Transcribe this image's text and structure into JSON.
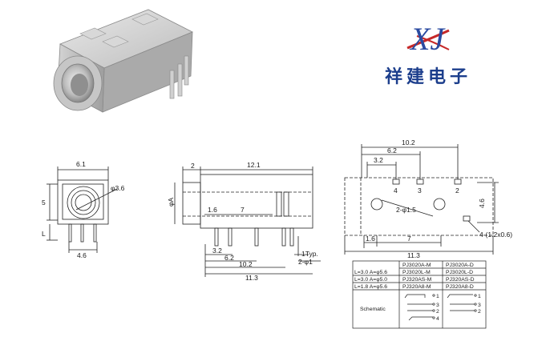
{
  "brand": {
    "logo_letters": "XJ",
    "company_name": "祥建电子",
    "accent_color": "#c62828",
    "text_color": "#1c3e8c"
  },
  "front_view": {
    "width": "6.1",
    "bore_dia": "φ3.6",
    "height": "5",
    "leg": "L",
    "pin_span": "4.6"
  },
  "side_view": {
    "flange": "2",
    "length": "12.1",
    "bore_label": "φA",
    "d1": "1.6",
    "d2": "7",
    "d3": "3.2",
    "d4": "6.2",
    "d5": "10.2",
    "d6": "11.3",
    "typ": "1Typ.",
    "pin_dia": "2-φ1"
  },
  "top_view": {
    "overall": "10.2",
    "span_62": "6.2",
    "span_32": "3.2",
    "height": "4.6",
    "pin_labels": [
      "4",
      "3",
      "2"
    ],
    "holes": "2-φ1.5",
    "bottom_a": "1.6",
    "bottom_b": "7",
    "bottom_total": "11.3",
    "slots": "4-(1.2x0.6)"
  },
  "spec_table": {
    "rows": [
      {
        "spec": "L=3.0  A=φ5.6",
        "m": "PJ3020A-M",
        "d": "PJ3020A-D"
      },
      {
        "spec": "",
        "m": "PJ3020L-M",
        "d": "PJ3020L-D"
      },
      {
        "spec": "L=3.0  A=φ5.0",
        "m": "PJ320AS-M",
        "d": "PJ320AS-D"
      },
      {
        "spec": "L=1.8  A=φ5.6",
        "m": "PJ320A8-M",
        "d": "PJ320A8-D"
      }
    ],
    "schematic_label": "Schematic",
    "sch_m_pins": [
      "1",
      "3",
      "2",
      "4"
    ],
    "sch_d_pins": [
      "1",
      "3",
      "2"
    ]
  }
}
